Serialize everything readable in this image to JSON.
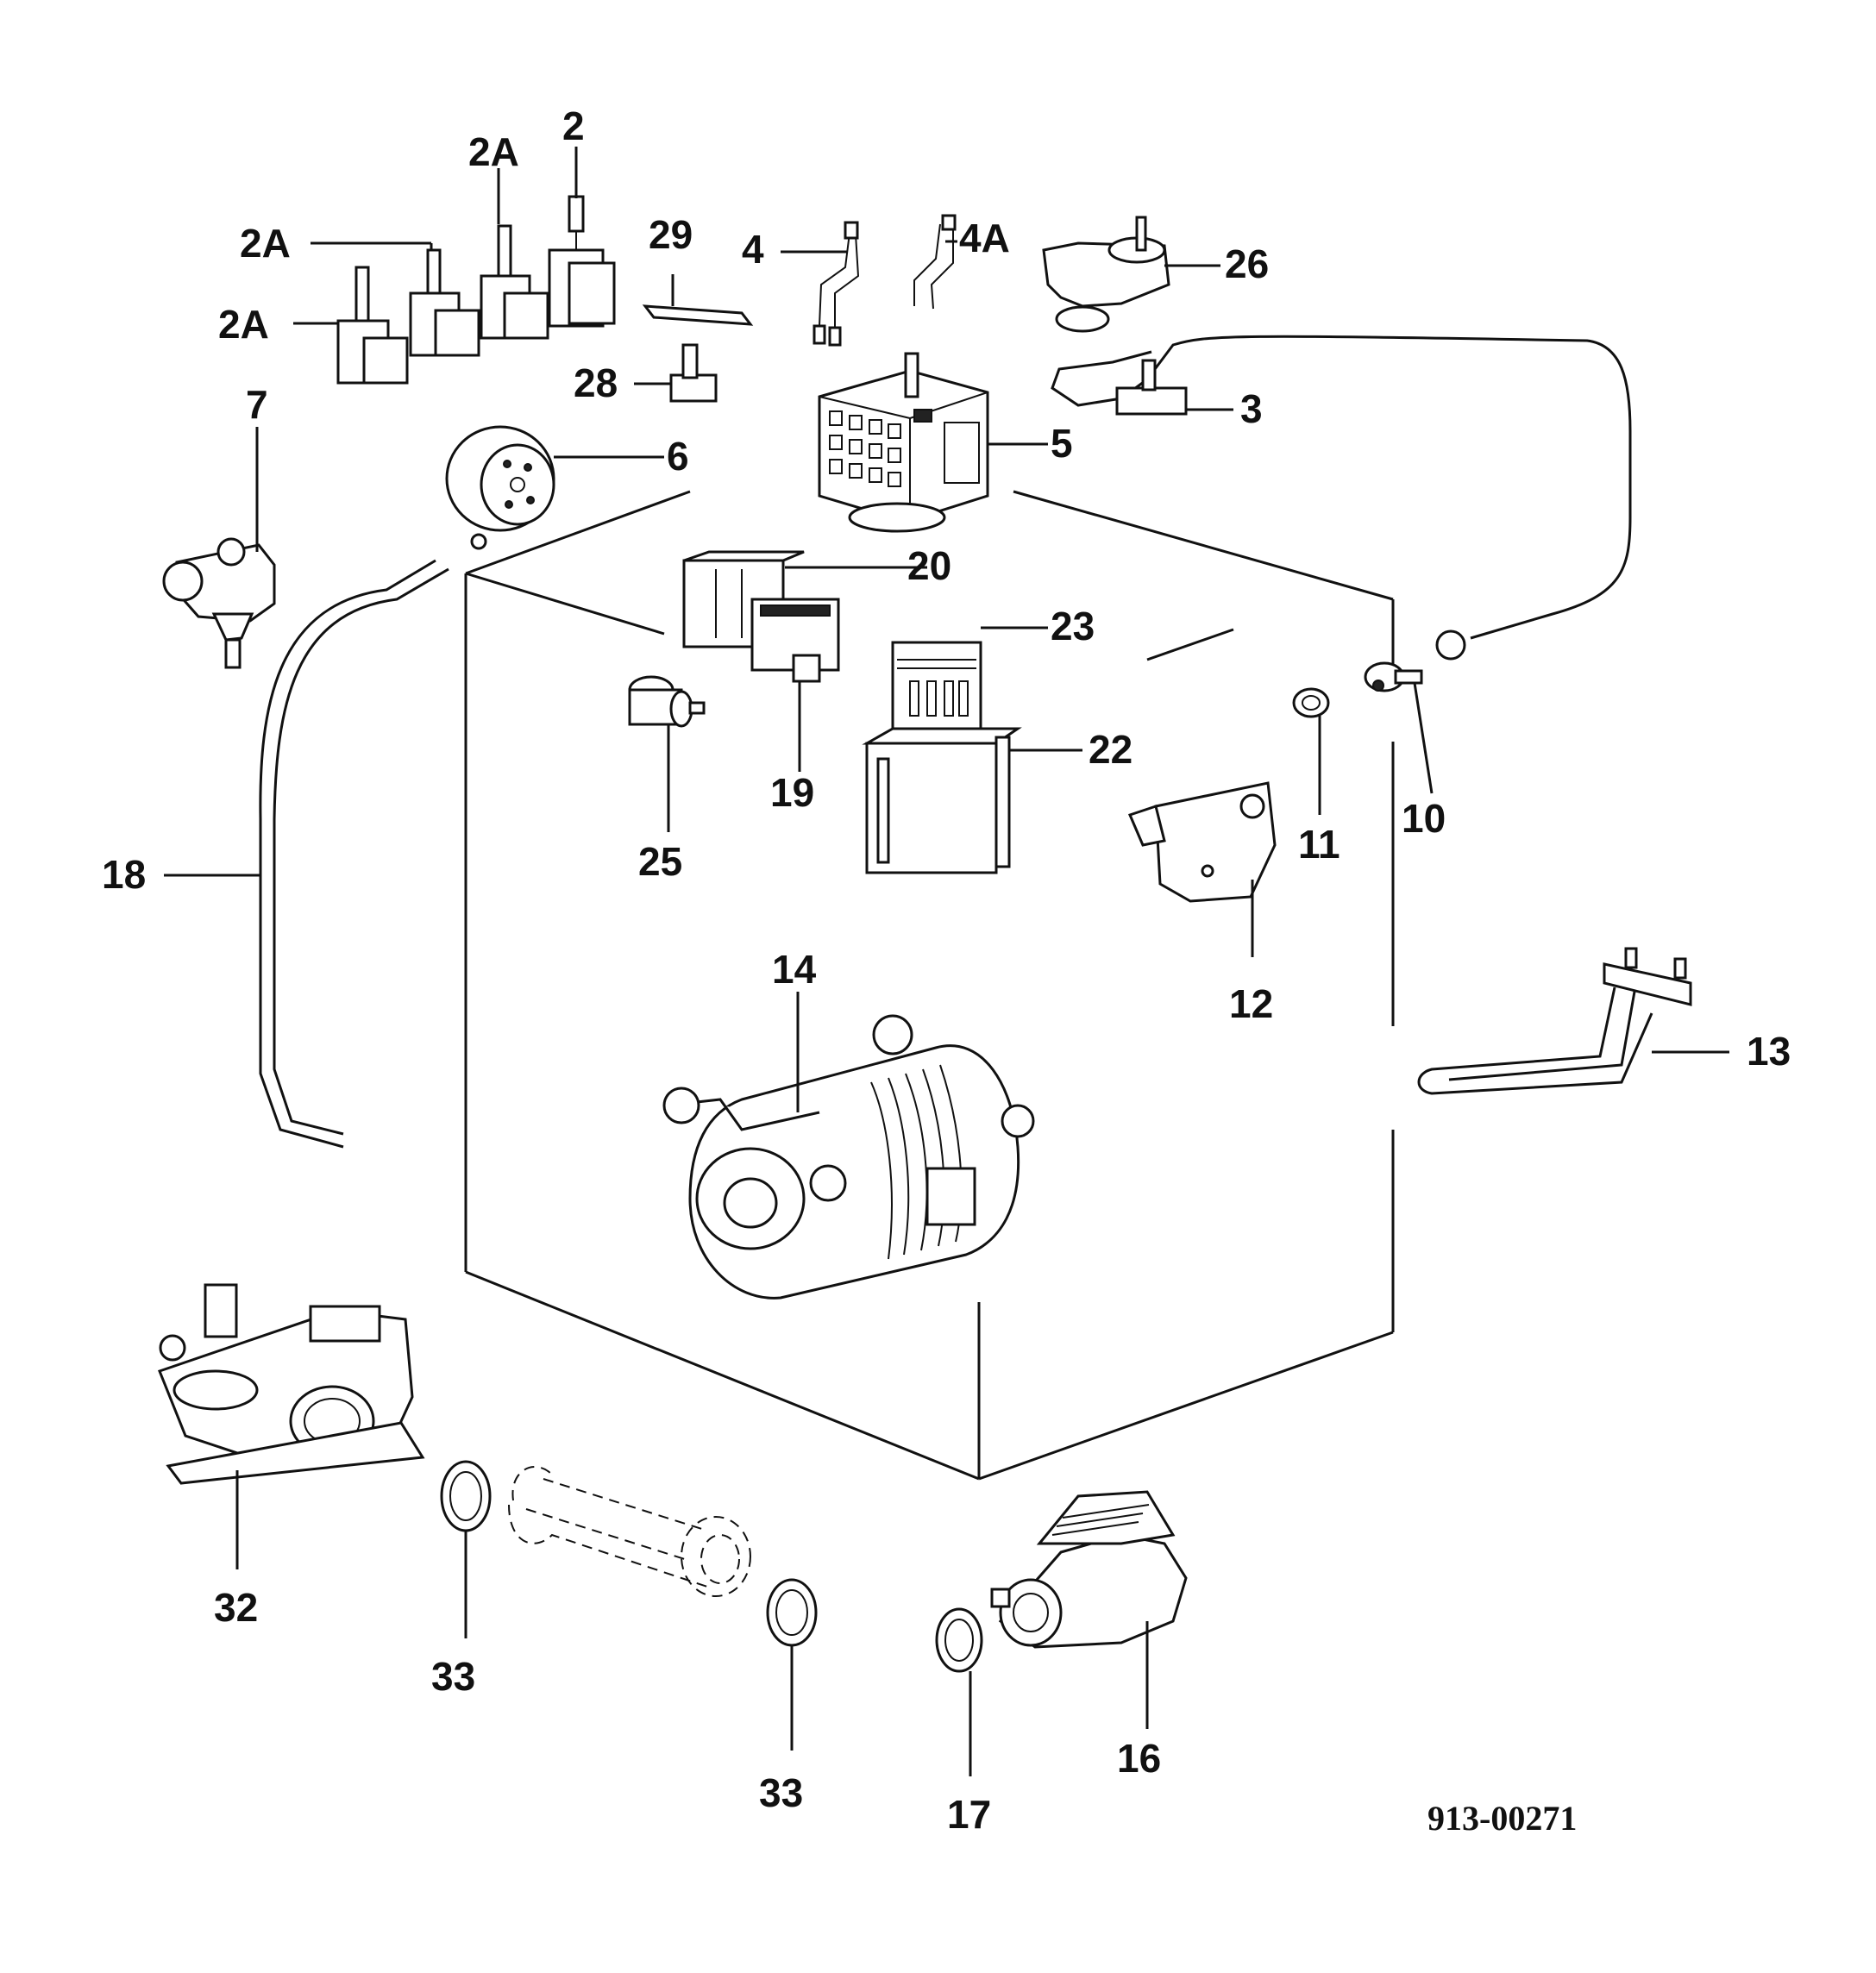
{
  "diagram": {
    "drawing_number": "913-00271",
    "callouts": {
      "c2": "2",
      "c2a_a": "2A",
      "c2a_b": "2A",
      "c2a_c": "2A",
      "c3": "3",
      "c4": "4",
      "c4a": "4A",
      "c5": "5",
      "c6": "6",
      "c7": "7",
      "c10": "10",
      "c11": "11",
      "c12": "12",
      "c13": "13",
      "c14": "14",
      "c16": "16",
      "c17": "17",
      "c18": "18",
      "c19": "19",
      "c20": "20",
      "c22": "22",
      "c23": "23",
      "c25": "25",
      "c26": "26",
      "c28": "28",
      "c29": "29",
      "c32": "32",
      "c33_a": "33",
      "c33_b": "33"
    }
  }
}
